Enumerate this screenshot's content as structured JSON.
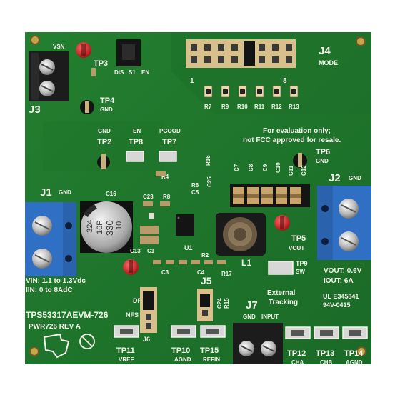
{
  "board": {
    "pcb_green": "#1f7a2c",
    "pcb_dark": "#155e21",
    "silk_color": "#f4f4ea",
    "terminal_blue": "#2f6fc4",
    "terminal_black": "#1c1c1c",
    "header_tan": "#d8c08c",
    "testpoint_red": "#c81e1e"
  },
  "labels": {
    "vsn": "VSN",
    "tp3": "TP3",
    "dis": "DIS",
    "s1": "S1",
    "en_switch": "EN",
    "j4": "J4",
    "mode": "MODE",
    "hdr_1": "1",
    "hdr_8": "8",
    "r7": "R7",
    "r9": "R9",
    "r10": "R10",
    "r11": "R11",
    "r12": "R12",
    "r13": "R13",
    "j3": "J3",
    "tp4": "TP4",
    "tp4_net": "GND",
    "gnd_tp2": "GND",
    "tp2": "TP2",
    "en_tp8": "EN",
    "tp8": "TP8",
    "pgood": "PGOOD",
    "tp7": "TP7",
    "eval_line1": "For evaluation only;",
    "eval_line2": "not FCC approved for resale.",
    "tp6": "TP6",
    "tp6_net": "GND",
    "j2": "J2",
    "j2_net": "GND",
    "j1": "J1",
    "j1_net": "GND",
    "c16": "C16",
    "cap_line1": "324",
    "cap_line2": "16P",
    "cap_line3": "330",
    "cap_line4": "10",
    "c23": "C23",
    "r8": "R8",
    "r4": "R4",
    "c13": "C13",
    "c1": "C1",
    "u1": "U1",
    "r2": "R2",
    "r6": "R6",
    "c5": "C5",
    "c25": "C25",
    "r16": "R16",
    "c7": "C7",
    "c8": "C8",
    "c9": "C9",
    "c10": "C10",
    "c11": "C11",
    "c12": "C12",
    "tp5": "TP5",
    "tp5_net": "VOUT",
    "l1": "L1",
    "r17": "R17",
    "c4": "C4",
    "c3": "C3",
    "tp9": "TP9",
    "tp9_net": "SW",
    "vout_line": "VOUT: 0.6V",
    "iout_line": "IOUT: 6A",
    "vin_line": "VIN: 1.1 to 1.3Vdc",
    "iin_line": "IIN: 0 to 8AdC",
    "j5": "J5",
    "dp": "DP",
    "nfs": "NFS",
    "j6": "J6",
    "c24": "C24",
    "r15": "R15",
    "external": "External",
    "tracking": "Tracking",
    "j7": "J7",
    "j7_gnd": "GND",
    "j7_input": "INPUT",
    "ul_line1": "UL E345841",
    "ul_line2": "94V-0415",
    "model": "TPS53317AEVM-726",
    "rev": "PWR726 REV A",
    "tp11": "TP11",
    "tp11_net": "VREF",
    "tp10": "TP10",
    "tp10_net": "AGND",
    "tp15": "TP15",
    "tp15_net": "REFIN",
    "tp12": "TP12",
    "tp12_net": "CHA",
    "tp13": "TP13",
    "tp13_net": "CHB",
    "tp14": "TP14",
    "tp14_net": "AGND"
  }
}
